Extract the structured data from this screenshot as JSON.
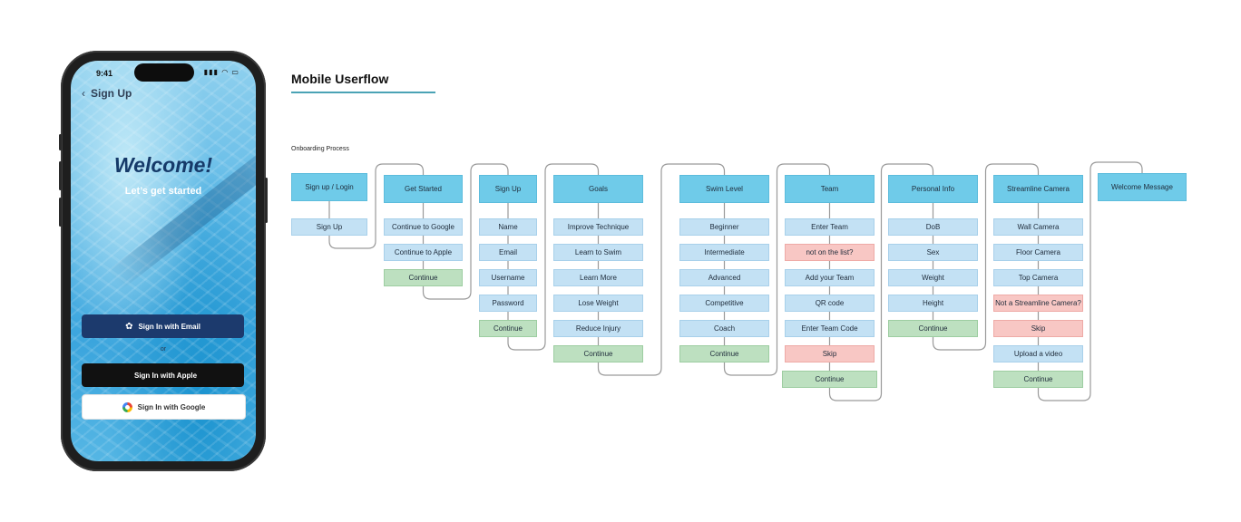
{
  "phone": {
    "status_time": "9:41",
    "status_icons": "▮▮▮ ◠ ▭",
    "nav_back": "‹",
    "nav_title": "Sign Up",
    "welcome": "Welcome!",
    "subtitle": "Let’s get started",
    "email_button": "Sign In with Email",
    "or_text": "or",
    "apple_button": "Sign In with Apple",
    "google_button": "Sign In with Google",
    "email_icon": "✿",
    "apple_icon": ""
  },
  "flow": {
    "title": "Mobile Userflow",
    "section": "Onboarding Process",
    "columns": [
      {
        "header": "Sign up / Login",
        "items": [
          {
            "label": "Sign Up",
            "type": "option"
          }
        ]
      },
      {
        "header": "Get Started",
        "items": [
          {
            "label": "Continue to Google",
            "type": "option"
          },
          {
            "label": "Continue to Apple",
            "type": "option"
          },
          {
            "label": "Continue",
            "type": "cont"
          }
        ]
      },
      {
        "header": "Sign Up",
        "items": [
          {
            "label": "Name",
            "type": "option"
          },
          {
            "label": "Email",
            "type": "option"
          },
          {
            "label": "Username",
            "type": "option"
          },
          {
            "label": "Password",
            "type": "option"
          },
          {
            "label": "Continue",
            "type": "cont"
          }
        ]
      },
      {
        "header": "Goals",
        "items": [
          {
            "label": "Improve Technique",
            "type": "option"
          },
          {
            "label": "Learn to Swim",
            "type": "option"
          },
          {
            "label": "Learn More",
            "type": "option"
          },
          {
            "label": "Lose Weight",
            "type": "option"
          },
          {
            "label": "Reduce Injury",
            "type": "option"
          },
          {
            "label": "Continue",
            "type": "cont"
          }
        ]
      },
      {
        "header": "Swim Level",
        "items": [
          {
            "label": "Beginner",
            "type": "option"
          },
          {
            "label": "Intermediate",
            "type": "option"
          },
          {
            "label": "Advanced",
            "type": "option"
          },
          {
            "label": "Competitive",
            "type": "option"
          },
          {
            "label": "Coach",
            "type": "option"
          },
          {
            "label": "Continue",
            "type": "cont"
          }
        ]
      },
      {
        "header": "Team",
        "items": [
          {
            "label": "Enter Team",
            "type": "option"
          },
          {
            "label": "not on the list?",
            "type": "warn"
          },
          {
            "label": "Add your Team",
            "type": "option"
          },
          {
            "label": "QR code",
            "type": "option"
          },
          {
            "label": "Enter Team Code",
            "type": "option"
          },
          {
            "label": "Skip",
            "type": "warn"
          },
          {
            "label": "Continue",
            "type": "cont"
          }
        ]
      },
      {
        "header": "Personal Info",
        "items": [
          {
            "label": "DoB",
            "type": "option"
          },
          {
            "label": "Sex",
            "type": "option"
          },
          {
            "label": "Weight",
            "type": "option"
          },
          {
            "label": "Height",
            "type": "option"
          },
          {
            "label": "Continue",
            "type": "cont"
          }
        ]
      },
      {
        "header": "Streamline Camera",
        "items": [
          {
            "label": "Wall Camera",
            "type": "option"
          },
          {
            "label": "Floor Camera",
            "type": "option"
          },
          {
            "label": "Top Camera",
            "type": "option"
          },
          {
            "label": "Not a Streamline Camera?",
            "type": "warn"
          },
          {
            "label": "Skip",
            "type": "warn"
          },
          {
            "label": "Upload a video",
            "type": "option"
          },
          {
            "label": "Continue",
            "type": "cont"
          }
        ]
      },
      {
        "header": "Welcome Message",
        "items": []
      }
    ]
  },
  "colors": {
    "header": "#6fcbe9",
    "option": "#c3e1f4",
    "warn": "#f8c7c4",
    "continue": "#bde0c0",
    "accent_line": "#4aa3b5",
    "brand_navy": "#1c3a6d"
  }
}
